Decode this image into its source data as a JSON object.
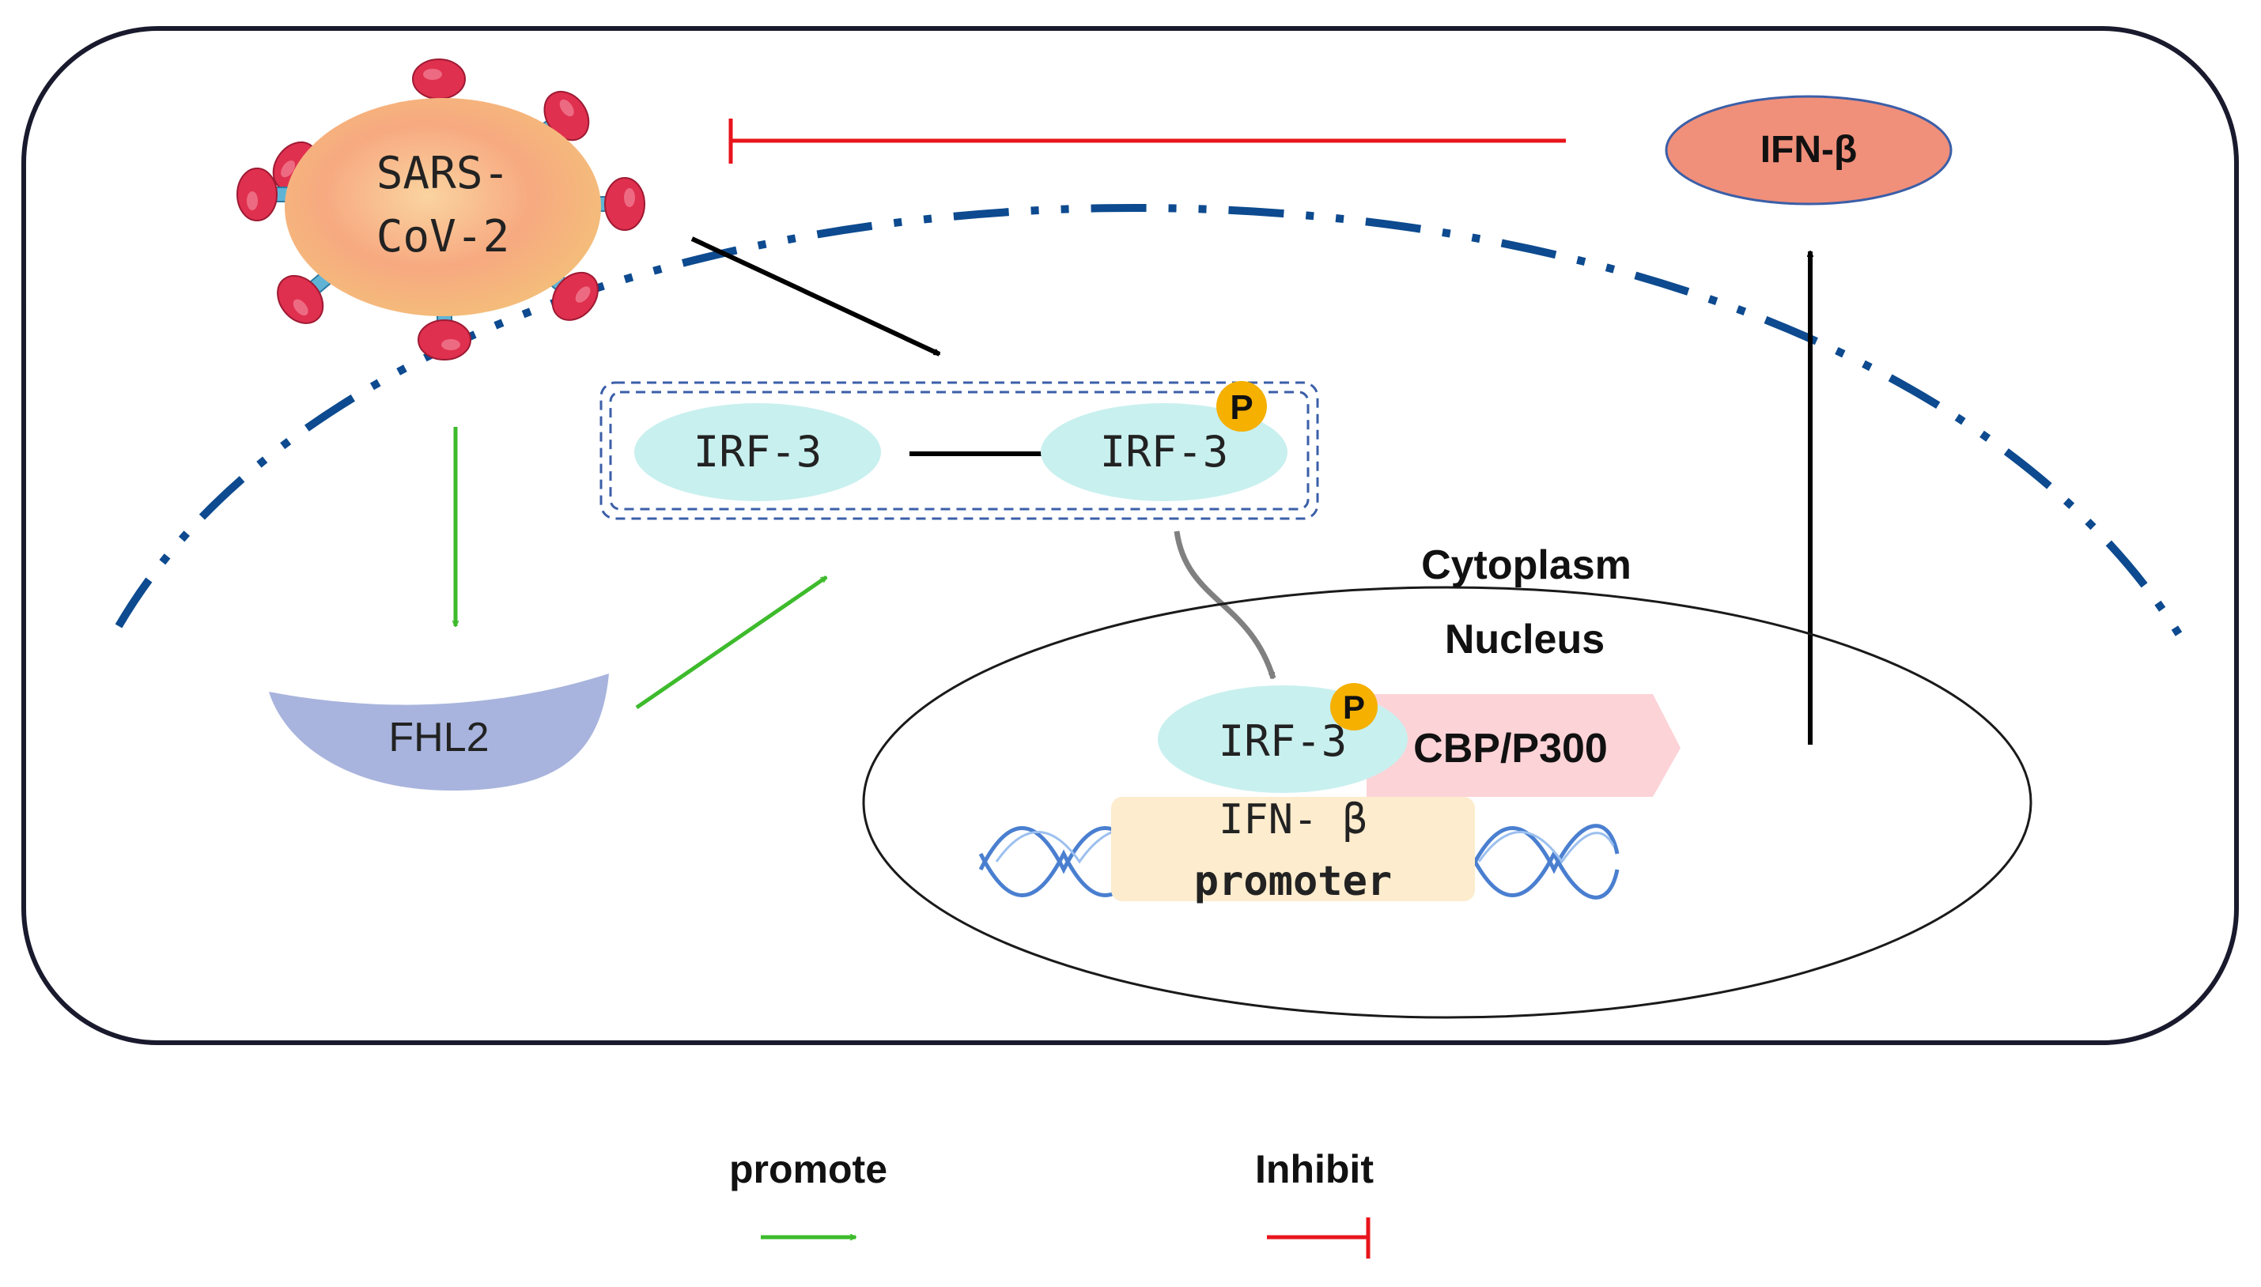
{
  "virus": {
    "line1": "SARS-",
    "line2": "CoV-2"
  },
  "ifn_beta_product": "IFN-β",
  "irf3_unphosphorylated": "IRF-3",
  "irf3_phosphorylated": "IRF-3",
  "phospho_badge": "P",
  "fhl2": "FHL2",
  "compartments": {
    "cytoplasm": "Cytoplasm",
    "nucleus": "Nucleus"
  },
  "nucleus_complex": {
    "irf3": "IRF-3",
    "phospho_badge": "P",
    "coactivator": "CBP/P300",
    "promoter_line1": "IFN- β",
    "promoter_line2": "promoter"
  },
  "legend": {
    "promote": "promote",
    "inhibit": "Inhibit"
  },
  "colors": {
    "cell_border": "#1a1a2e",
    "nuclear_envelope": "#0d4a8f",
    "promote_arrow": "#3dbb2c",
    "inhibit_arrow": "#e8141c",
    "irf3_fill": "#c8f0ef",
    "phospho_fill": "#f5b000",
    "virus_core": "#f7a980",
    "spike_head": "#e0304f",
    "spike_stalk": "#5fb4d6",
    "fhl2_fill": "#a8b4dd",
    "ifnb_fill": "#f08f7a",
    "cbp_fill": "#fcd3d7",
    "promoter_fill": "#fdeccd",
    "dna_strand": "#4a7fd0"
  }
}
